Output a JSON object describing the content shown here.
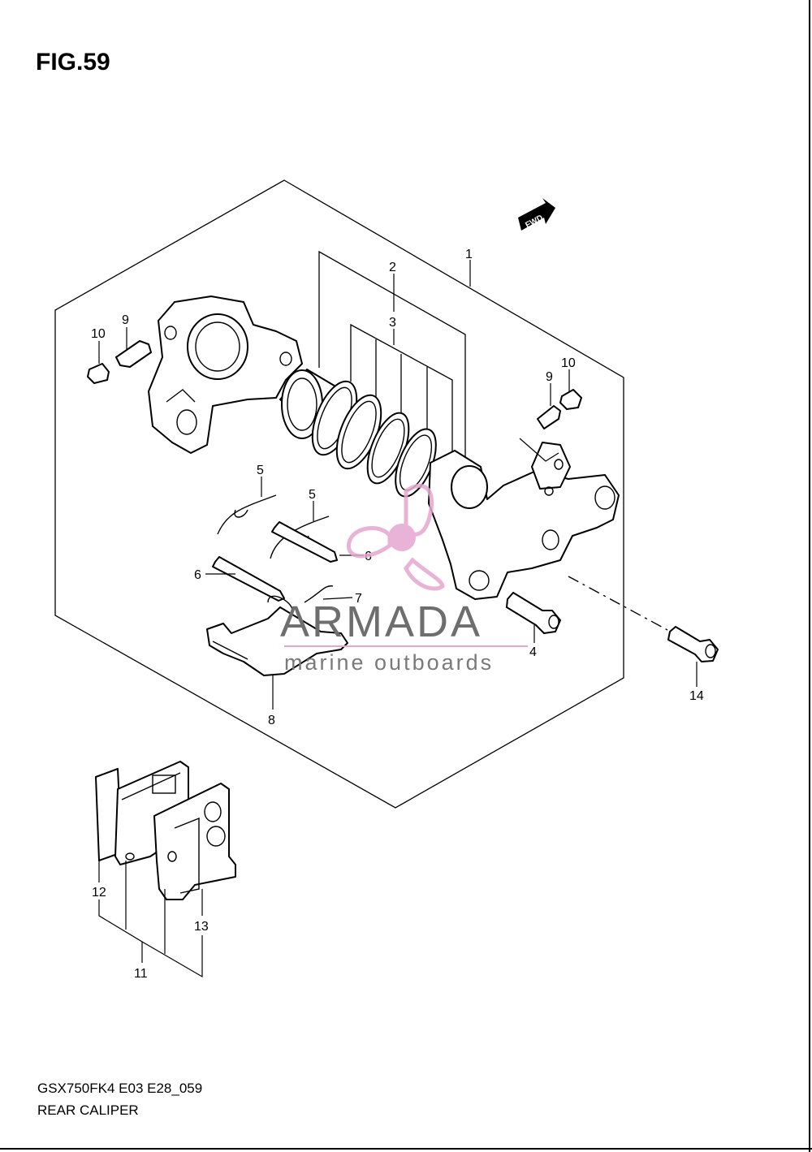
{
  "figure": {
    "title": "FIG.59",
    "model_code": "GSX750FK4 E03 E28_059",
    "name": "REAR CALIPER"
  },
  "direction_marker": {
    "label": "FWD",
    "icon": "fwd-arrow-icon"
  },
  "callouts": [
    "1",
    "2",
    "3",
    "4",
    "5",
    "5",
    "6",
    "6",
    "7",
    "8",
    "9",
    "9",
    "10",
    "10",
    "11",
    "12",
    "13",
    "14"
  ],
  "watermark": {
    "brand": "ARMADA",
    "tagline": "marine outboards",
    "icon": "propeller-logo-icon",
    "color": "#e5a6cf"
  }
}
